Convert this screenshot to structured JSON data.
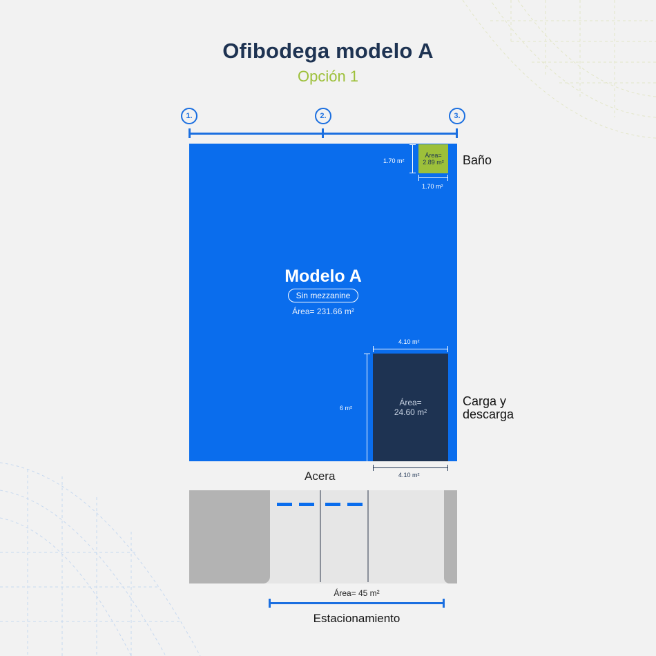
{
  "header": {
    "title": "Ofibodega modelo A",
    "subtitle": "Opción 1"
  },
  "markers": [
    "1.",
    "2.",
    "3."
  ],
  "main_room": {
    "title": "Modelo A",
    "badge": "Sin mezzanine",
    "area": "Área= 231.66 m²",
    "color": "#0a6ded"
  },
  "bano": {
    "area_line1": "Área=",
    "area_line2": "2.89 m²",
    "dim_height": "1.70 m²",
    "dim_width": "1.70 m²",
    "label": "Baño",
    "color": "#9dc03a"
  },
  "carga": {
    "area_line1": "Área=",
    "area_line2": "24.60 m²",
    "dim_top": "4.10 m²",
    "dim_side": "6 m²",
    "dim_bottom": "4.10 m²",
    "label_line1": "Carga y",
    "label_line2": "descarga",
    "color": "#1e3352"
  },
  "acera": "Acera",
  "parking": {
    "area": "Área= 45 m²",
    "label": "Estacionamiento"
  },
  "colors": {
    "accent": "#1b6fe0",
    "navy": "#1e3352",
    "green": "#9dc03a",
    "background": "#f2f2f2"
  }
}
